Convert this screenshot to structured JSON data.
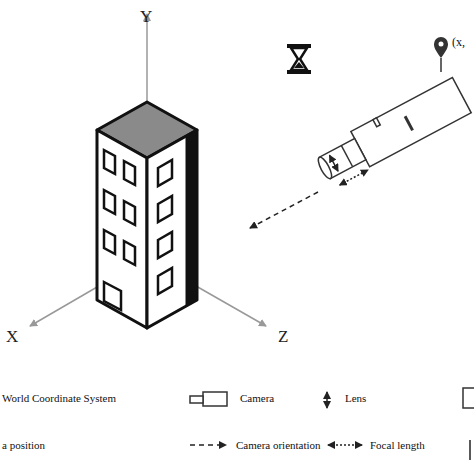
{
  "diagram": {
    "labels": [
      "Y",
      "X",
      "Z",
      "(x,"
    ],
    "legend": [
      {
        "text": "World Coordinate System"
      },
      {
        "text": "Camera"
      },
      {
        "text": "Lens"
      },
      {
        "text": "a position"
      },
      {
        "text": "Camera orientation"
      },
      {
        "text": "Focal length"
      }
    ]
  }
}
